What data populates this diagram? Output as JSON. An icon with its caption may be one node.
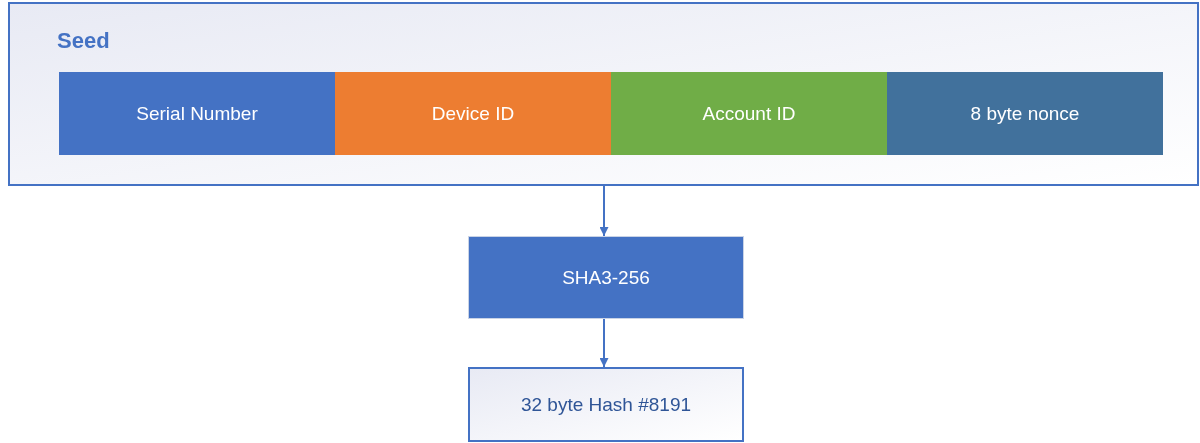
{
  "diagram": {
    "nodes": [
      {
        "text": [
          "Seed"
        ]
      },
      {
        "text": [
          "Serial Number"
        ],
        "in": 0
      },
      {
        "text": [
          "Device ID"
        ],
        "in": 0
      },
      {
        "text": [
          "Account ID"
        ],
        "in": 0
      },
      {
        "text": [
          "8 byte nonce"
        ],
        "in": 0
      },
      {
        "text": [
          "SHA3-256"
        ]
      },
      {
        "text": [
          "32 byte Hash #8191"
        ]
      }
    ],
    "edges": [
      {
        "from": 0,
        "to": 5,
        "arrow": "to"
      },
      {
        "from": 5,
        "to": 6,
        "arrow": "to"
      }
    ]
  }
}
